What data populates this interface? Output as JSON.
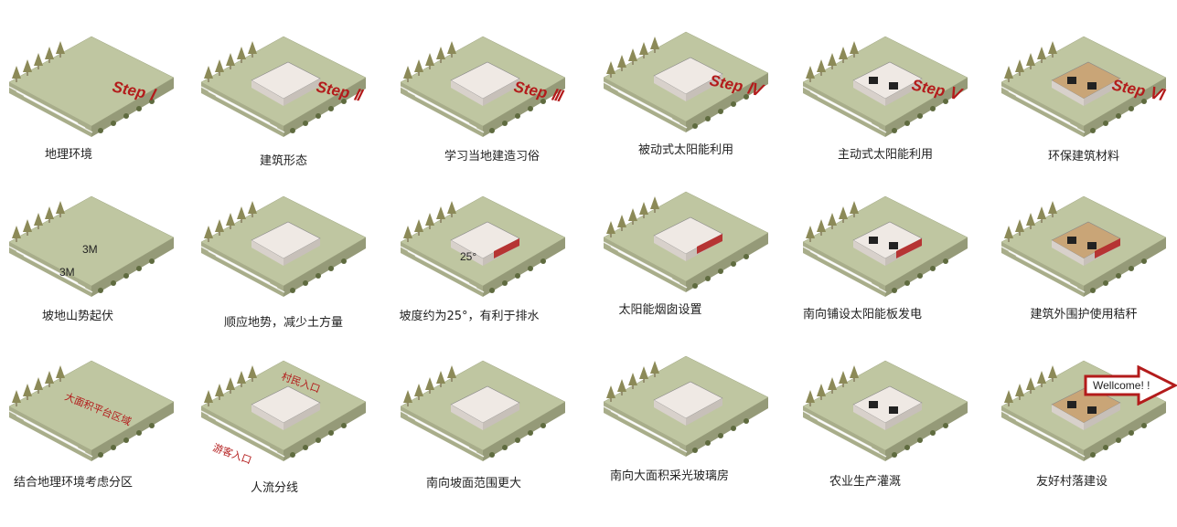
{
  "colors": {
    "ground_top": "#bfc6a1",
    "ground_side": "#a8ad8a",
    "red_accent": "#b31b1b",
    "building": "#efe9e4",
    "bamboo": "#c9a577",
    "tree": "#8c8a58"
  },
  "rows": [
    {
      "cells": [
        {
          "caption": "地理环境",
          "step": "Step Ⅰ"
        },
        {
          "caption": "建筑形态",
          "step": "Step Ⅱ"
        },
        {
          "caption": "学习当地建造习俗",
          "step": "Step Ⅲ"
        },
        {
          "caption": "被动式太阳能利用",
          "step": "Step Ⅳ"
        },
        {
          "caption": "主动式太阳能利用",
          "step": "Step Ⅴ"
        },
        {
          "caption": "环保建筑材料",
          "step": "Step Ⅵ"
        }
      ]
    },
    {
      "cells": [
        {
          "caption": "坡地山势起伏",
          "dim1": "3M",
          "dim2": "3M"
        },
        {
          "caption": "顺应地势，减少土方量"
        },
        {
          "caption": "坡度约为25°，有利于排水",
          "angle": "25°"
        },
        {
          "caption": "太阳能烟囱设置"
        },
        {
          "caption": "南向铺设太阳能板发电"
        },
        {
          "caption": "建筑外围护使用秸秆"
        }
      ]
    },
    {
      "cells": [
        {
          "caption": "结合地理环境考虑分区",
          "zone": "大面积平台区域"
        },
        {
          "caption": "人流分线",
          "label_in1": "村民入口",
          "label_in2": "游客入口"
        },
        {
          "caption": "南向坡面范围更大"
        },
        {
          "caption": "南向大面积采光玻璃房"
        },
        {
          "caption": "农业生产灌溉"
        },
        {
          "caption": "友好村落建设",
          "welcome": "Wellcome! !"
        }
      ]
    }
  ]
}
